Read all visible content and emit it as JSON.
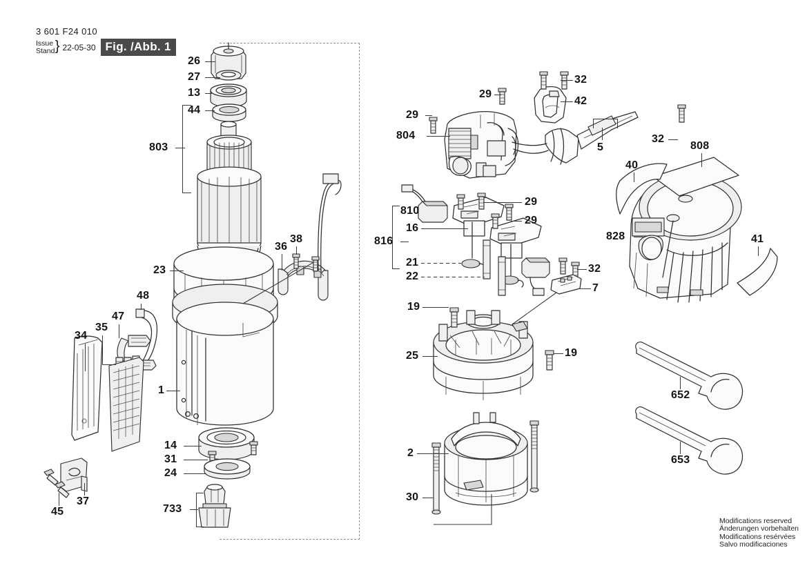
{
  "header": {
    "part_number": "3 601 F24 010",
    "issue_label": "Issue",
    "stand_label": "Stand",
    "brace": "}",
    "date": "22-05-30",
    "figure_badge": "Fig. /Abb. 1"
  },
  "footer": {
    "line1": "Modifications reserved",
    "line2": "Änderungen vorbehalten",
    "line3": "Modifications resérvées",
    "line4": "Salvo modificaciones"
  },
  "callouts": {
    "n26": "26",
    "n27": "27",
    "n13": "13",
    "n44": "44",
    "n803": "803",
    "n23": "23",
    "n1": "1",
    "n14": "14",
    "n31": "31",
    "n24": "24",
    "n733": "733",
    "n36": "36",
    "n38": "38",
    "n48": "48",
    "n47": "47",
    "n35": "35",
    "n34": "34",
    "n37": "37",
    "n45": "45",
    "n29a": "29",
    "n29b": "29",
    "n32a": "32",
    "n42": "42",
    "n804": "804",
    "n5": "5",
    "n810": "810",
    "n16": "16",
    "n816": "816",
    "n21": "21",
    "n22": "22",
    "n29c": "29",
    "n29d": "29",
    "n32b": "32",
    "n7": "7",
    "n19a": "19",
    "n19b": "19",
    "n25": "25",
    "n2": "2",
    "n30": "30",
    "n40": "40",
    "n41": "41",
    "n32c": "32",
    "n808": "808",
    "n828": "828",
    "n652": "652",
    "n653": "653"
  },
  "colors": {
    "line": "#2e2e2e",
    "badge_bg": "#4a4a4a",
    "badge_fg": "#ffffff",
    "dash_border": "#8d8d8d",
    "page_bg": "#ffffff"
  }
}
